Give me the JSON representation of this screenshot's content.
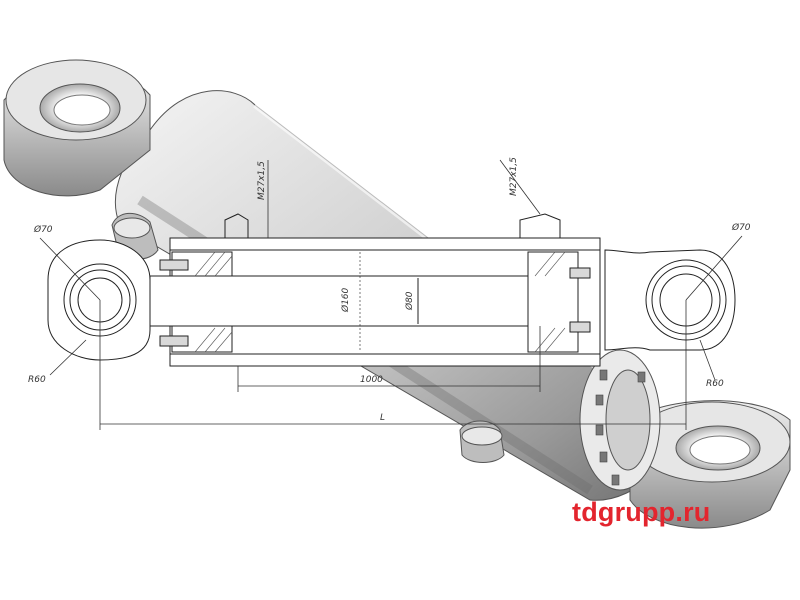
{
  "diagram": {
    "labels": {
      "left_eye_bore": "Ø70",
      "left_eye_outer": "R60",
      "right_eye_bore": "Ø70",
      "right_eye_outer": "R60",
      "piston_dia": "Ø160",
      "rod_dia": "Ø80",
      "port_left": "M27x1,5",
      "port_right": "M27x1,5",
      "stroke": "1000",
      "length": "L"
    }
  },
  "watermark": "tdgrupp.ru",
  "colors": {
    "body_shade": "#7a7a7a",
    "line": "#222222",
    "watermark": "#e3252e"
  }
}
